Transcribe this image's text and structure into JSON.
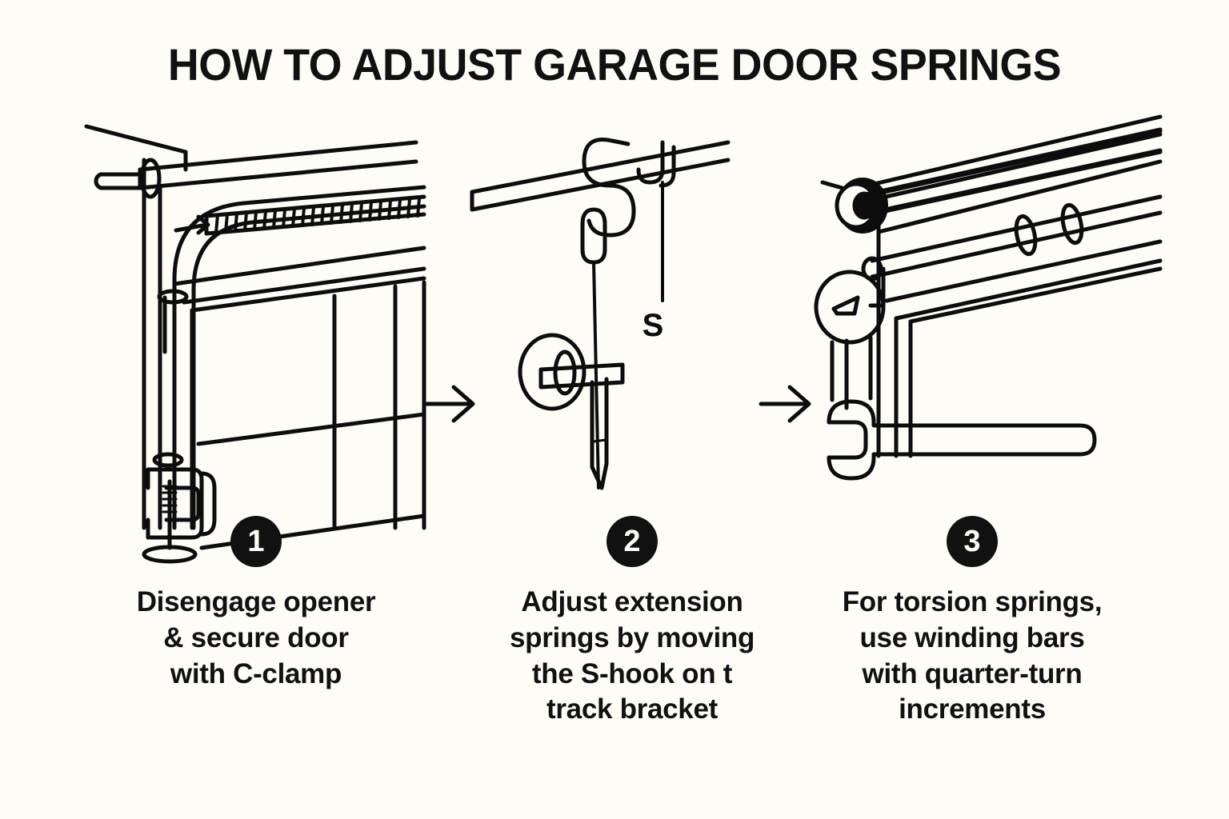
{
  "page": {
    "title": "HOW TO ADJUST GARAGE DOOR SPRINGS",
    "background_color": "#fdfcf7",
    "ink_color": "#0d0d0d"
  },
  "steps": [
    {
      "number": "1",
      "caption_lines": [
        "Disengage opener",
        "& secure door",
        "with C-clamp"
      ],
      "illustration": "garage-door-with-c-clamp"
    },
    {
      "number": "2",
      "caption_lines": [
        "Adjust extension",
        "springs by moving",
        "the S-hook on t",
        "track bracket"
      ],
      "illustration": "s-hook-on-track-bracket",
      "diagram_label": "S"
    },
    {
      "number": "3",
      "caption_lines": [
        "For torsion springs,",
        "use winding bars",
        "with quarter-turn",
        "increments"
      ],
      "illustration": "winding-bars-and-wrench"
    }
  ],
  "connectors": [
    {
      "name": "arrow-1",
      "glyph": "right-arrow"
    },
    {
      "name": "arrow-2",
      "glyph": "right-arrow"
    }
  ]
}
